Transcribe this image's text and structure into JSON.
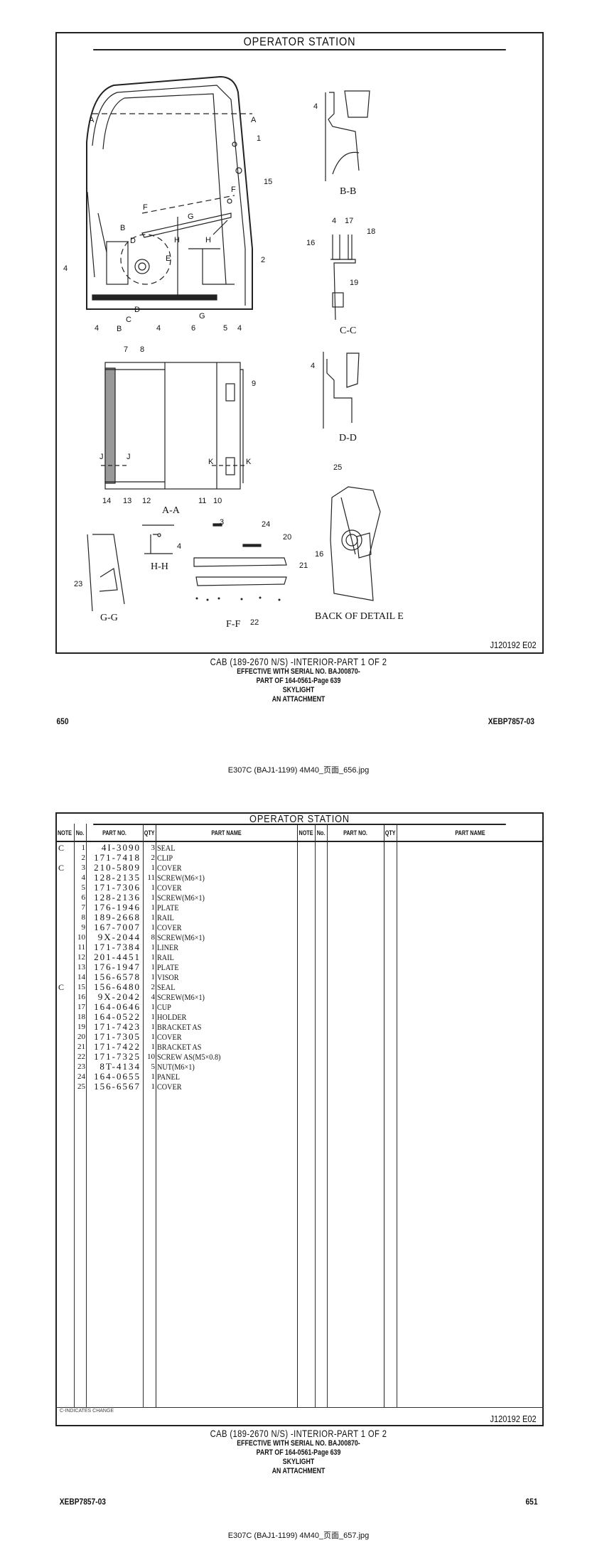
{
  "page1": {
    "title": "OPERATOR STATION",
    "drawing_id": "J120192  E02",
    "labels": {
      "A1": "A",
      "A2": "A",
      "p1": "1",
      "p15": "15",
      "F1": "F",
      "F2": "F",
      "G1": "G",
      "B1": "B",
      "D1": "D",
      "H1": "H",
      "H2": "H",
      "E": "E",
      "p4a": "4",
      "p2": "2",
      "p4b": "4",
      "p4c": "4",
      "p6": "6",
      "p5": "5",
      "p4d": "4",
      "B2": "B",
      "C2": "C",
      "D2": "D",
      "G2": "G",
      "bb": "B-B",
      "bb4": "4",
      "cc": "C-C",
      "cc4": "4",
      "cc17": "17",
      "cc18": "18",
      "cc16": "16",
      "cc19": "19",
      "p7": "7",
      "p8": "8",
      "p9": "9",
      "J1": "J",
      "J2": "J",
      "K1": "K",
      "K2": "K",
      "p14": "14",
      "p13": "13",
      "p12": "12",
      "aa": "A-A",
      "p11": "11",
      "p10": "10",
      "dd": "D-D",
      "dd4": "4",
      "p25": "25",
      "e16": "16",
      "backE": "BACK OF DETAIL E",
      "p3": "3",
      "p24": "24",
      "p20": "20",
      "p21": "21",
      "p22": "22",
      "ff": "F-F",
      "hh": "H-H",
      "hh4": "4",
      "gg": "G-G",
      "p23": "23"
    },
    "caption": [
      "CAB (189-2670 N/S) -INTERIOR-PART 1 OF 2",
      "EFFECTIVE WITH SERIAL NO. BAJ00870-",
      "PART OF 164-0561-Page 639",
      "SKYLIGHT",
      "AN ATTACHMENT"
    ],
    "page_number": "650",
    "doc_code": "XEBP7857-03",
    "filename": "E307C (BAJ1-1199) 4M40_页面_656.jpg"
  },
  "page2": {
    "title": "OPERATOR STATION",
    "headers": {
      "note": "NOTE",
      "no": "No.",
      "part_no": "PART NO.",
      "qty": "QTY.",
      "part_name": "PART NAME"
    },
    "parts": [
      {
        "note": "C",
        "no": "1",
        "part_no": "4I-3090",
        "qty": "3",
        "name": "SEAL"
      },
      {
        "note": "",
        "no": "2",
        "part_no": "171-7418",
        "qty": "2",
        "name": "CLIP"
      },
      {
        "note": "C",
        "no": "3",
        "part_no": "210-5809",
        "qty": "1",
        "name": "COVER"
      },
      {
        "note": "",
        "no": "4",
        "part_no": "128-2135",
        "qty": "11",
        "name": "SCREW(M6×1)"
      },
      {
        "note": "",
        "no": "5",
        "part_no": "171-7306",
        "qty": "1",
        "name": "COVER"
      },
      {
        "note": "",
        "no": "6",
        "part_no": "128-2136",
        "qty": "1",
        "name": "SCREW(M6×1)"
      },
      {
        "note": "",
        "no": "7",
        "part_no": "176-1946",
        "qty": "1",
        "name": "PLATE"
      },
      {
        "note": "",
        "no": "8",
        "part_no": "189-2668",
        "qty": "1",
        "name": "RAIL"
      },
      {
        "note": "",
        "no": "9",
        "part_no": "167-7007",
        "qty": "1",
        "name": "COVER"
      },
      {
        "note": "",
        "no": "10",
        "part_no": "9X-2044",
        "qty": "8",
        "name": "SCREW(M6×1)"
      },
      {
        "note": "",
        "no": "11",
        "part_no": "171-7384",
        "qty": "1",
        "name": "LINER"
      },
      {
        "note": "",
        "no": "12",
        "part_no": "201-4451",
        "qty": "1",
        "name": "RAIL"
      },
      {
        "note": "",
        "no": "13",
        "part_no": "176-1947",
        "qty": "1",
        "name": "PLATE"
      },
      {
        "note": "",
        "no": "14",
        "part_no": "156-6578",
        "qty": "1",
        "name": "VISOR"
      },
      {
        "note": "C",
        "no": "15",
        "part_no": "156-6480",
        "qty": "2",
        "name": "SEAL"
      },
      {
        "note": "",
        "no": "16",
        "part_no": "9X-2042",
        "qty": "4",
        "name": "SCREW(M6×1)"
      },
      {
        "note": "",
        "no": "17",
        "part_no": "164-0646",
        "qty": "1",
        "name": "CUP"
      },
      {
        "note": "",
        "no": "18",
        "part_no": "164-0522",
        "qty": "1",
        "name": "HOLDER"
      },
      {
        "note": "",
        "no": "19",
        "part_no": "171-7423",
        "qty": "1",
        "name": "BRACKET AS"
      },
      {
        "note": "",
        "no": "20",
        "part_no": "171-7305",
        "qty": "1",
        "name": "COVER"
      },
      {
        "note": "",
        "no": "21",
        "part_no": "171-7422",
        "qty": "1",
        "name": "BRACKET AS"
      },
      {
        "note": "",
        "no": "22",
        "part_no": "171-7325",
        "qty": "10",
        "name": "SCREW AS(M5×0.8)"
      },
      {
        "note": "",
        "no": "23",
        "part_no": "8T-4134",
        "qty": "5",
        "name": "NUT(M6×1)"
      },
      {
        "note": "",
        "no": "24",
        "part_no": "164-0655",
        "qty": "1",
        "name": "PANEL"
      },
      {
        "note": "",
        "no": "25",
        "part_no": "156-6567",
        "qty": "1",
        "name": "COVER"
      }
    ],
    "legend_note": "C-INDICATES CHANGE",
    "drawing_id": "J120192  E02",
    "caption": [
      "CAB (189-2670 N/S) -INTERIOR-PART 1 OF 2",
      "EFFECTIVE WITH SERIAL NO. BAJ00870-",
      "PART OF 164-0561-Page 639",
      "SKYLIGHT",
      "AN ATTACHMENT"
    ],
    "page_number": "651",
    "doc_code": "XEBP7857-03",
    "filename": "E307C (BAJ1-1199) 4M40_页面_657.jpg"
  }
}
